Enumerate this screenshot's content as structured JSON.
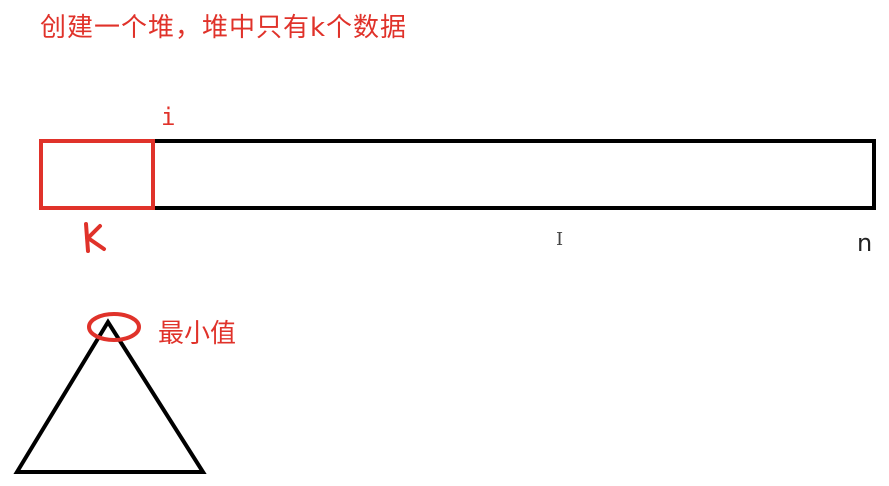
{
  "title": "创建一个堆，堆中只有k个数据",
  "array": {
    "index_label": "i",
    "window_label": "K",
    "end_label": "n"
  },
  "heap": {
    "top_label": "最小值"
  },
  "colors": {
    "highlight": "#e0322a",
    "outline": "#000000"
  },
  "cursor": "I"
}
